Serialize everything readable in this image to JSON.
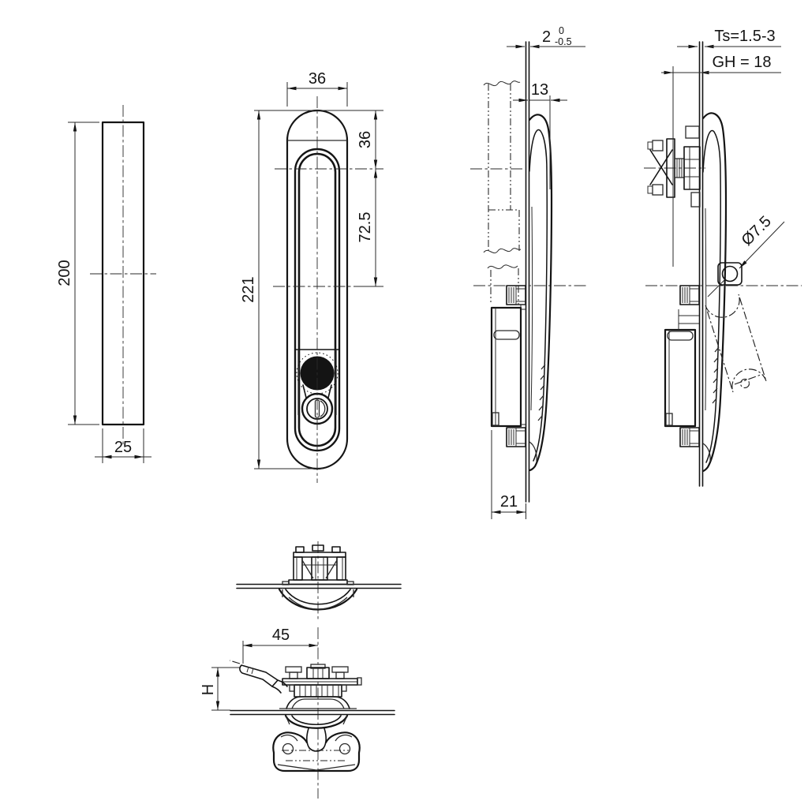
{
  "drawing": {
    "line_color": "#141414",
    "background": "#ffffff",
    "views": {
      "side_profile": {
        "height": "200",
        "width": "25"
      },
      "front": {
        "width": "36",
        "head_depth": "36",
        "cylinder_offset": "72.5",
        "height": "221"
      },
      "side_section": {
        "door_thickness_nominal": "2",
        "door_thickness_tol_upper": "0",
        "door_thickness_tol_lower": "-0.5",
        "handle_protrusion": "13",
        "housing_depth": "21"
      },
      "side_open": {
        "door_thickness_range": "Ts=1.5-3",
        "grip_height": "GH = 18",
        "pivot_diameter": "Ø7.5"
      },
      "bottom_open": {
        "lever_reach": "45",
        "lever_height": "H"
      }
    }
  }
}
